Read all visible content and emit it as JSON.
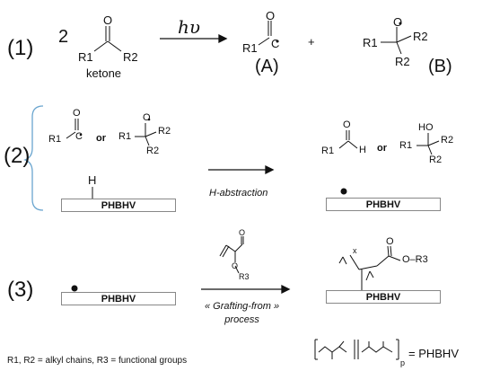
{
  "steps": {
    "s1": "(1)",
    "s2": "(2)",
    "s3": "(3)"
  },
  "step1": {
    "coefficient": "2",
    "r1": "R1",
    "r2": "R2",
    "ketone": "ketone",
    "hv": "hυ",
    "acyl_r1": "R1",
    "label_a": "(A)",
    "plus": "+",
    "alkoxy_r1": "R1",
    "alkoxy_r2a": "R2",
    "alkoxy_r2b": "R2",
    "label_b": "(B)"
  },
  "step2": {
    "acyl_r1": "R1",
    "or1": "or",
    "alkoxy_r1": "R1",
    "alkoxy_r2a": "R2",
    "alkoxy_r2b": "R2",
    "h_atom": "H",
    "polymer": "PHBHV",
    "abstraction": "H-abstraction",
    "ald_r1": "R1",
    "ald_h": "H",
    "or2": "or",
    "alc_ho": "HO",
    "alc_r1": "R1",
    "alc_r2a": "R2",
    "alc_r2b": "R2",
    "polymer_product": "PHBHV"
  },
  "step3": {
    "polymer": "PHBHV",
    "monomer_r3": "R3",
    "process": "« Grafting-from »\nprocess",
    "graft_x": "x",
    "graft_r3": "O–R3",
    "polymer_product": "PHBHV"
  },
  "legend": "R1, R2 = alkyl chains, R3 = functional groups",
  "phbhv_formula": {
    "p": "p",
    "equals": "= PHBHV"
  },
  "colors": {
    "bracket": "#6aa5cf",
    "ink": "#111111",
    "polymer_border": "#888888"
  }
}
